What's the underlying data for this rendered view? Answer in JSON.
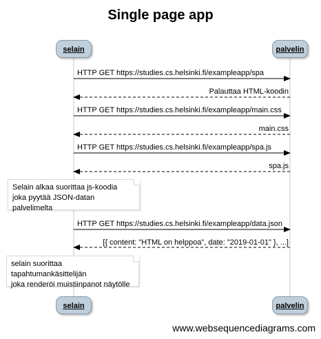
{
  "title": "Single page app",
  "participants": {
    "left": "selain",
    "right": "palvelin"
  },
  "messages": [
    {
      "text": "HTTP GET https://studies.cs.helsinki.fi/exampleapp/spa",
      "direction": "right",
      "style": "solid"
    },
    {
      "text": "Palauttaa HTML-koodin",
      "direction": "left",
      "style": "dashed"
    },
    {
      "text": "HTTP GET https://studies.cs.helsinki.fi/exampleapp/main.css",
      "direction": "right",
      "style": "solid"
    },
    {
      "text": "main.css",
      "direction": "left",
      "style": "dashed"
    },
    {
      "text": "HTTP GET https://studies.cs.helsinki.fi/exampleapp/spa.js",
      "direction": "right",
      "style": "solid"
    },
    {
      "text": "spa.js",
      "direction": "left",
      "style": "dashed"
    },
    {
      "text": "HTTP GET https://studies.cs.helsinki.fi/exampleapp/data.json",
      "direction": "right",
      "style": "solid"
    },
    {
      "text": "[{ content: \"HTML on helppoa\", date: \"2019-01-01\" }, ...]",
      "direction": "left",
      "style": "dashed"
    }
  ],
  "notes": [
    {
      "line1": "Selain alkaa suorittaa js-koodia",
      "line2": "joka pyytää JSON-datan palvelimelta"
    },
    {
      "line1": "selain suorittaa tapahtumankäsittelijän",
      "line2": "joka renderöi muistiinpanot näytölle"
    }
  ],
  "watermark": "www.websequencediagrams.com",
  "colors": {
    "actor_fill": "#bfcfdc",
    "lifeline": "#c8c8c8"
  }
}
